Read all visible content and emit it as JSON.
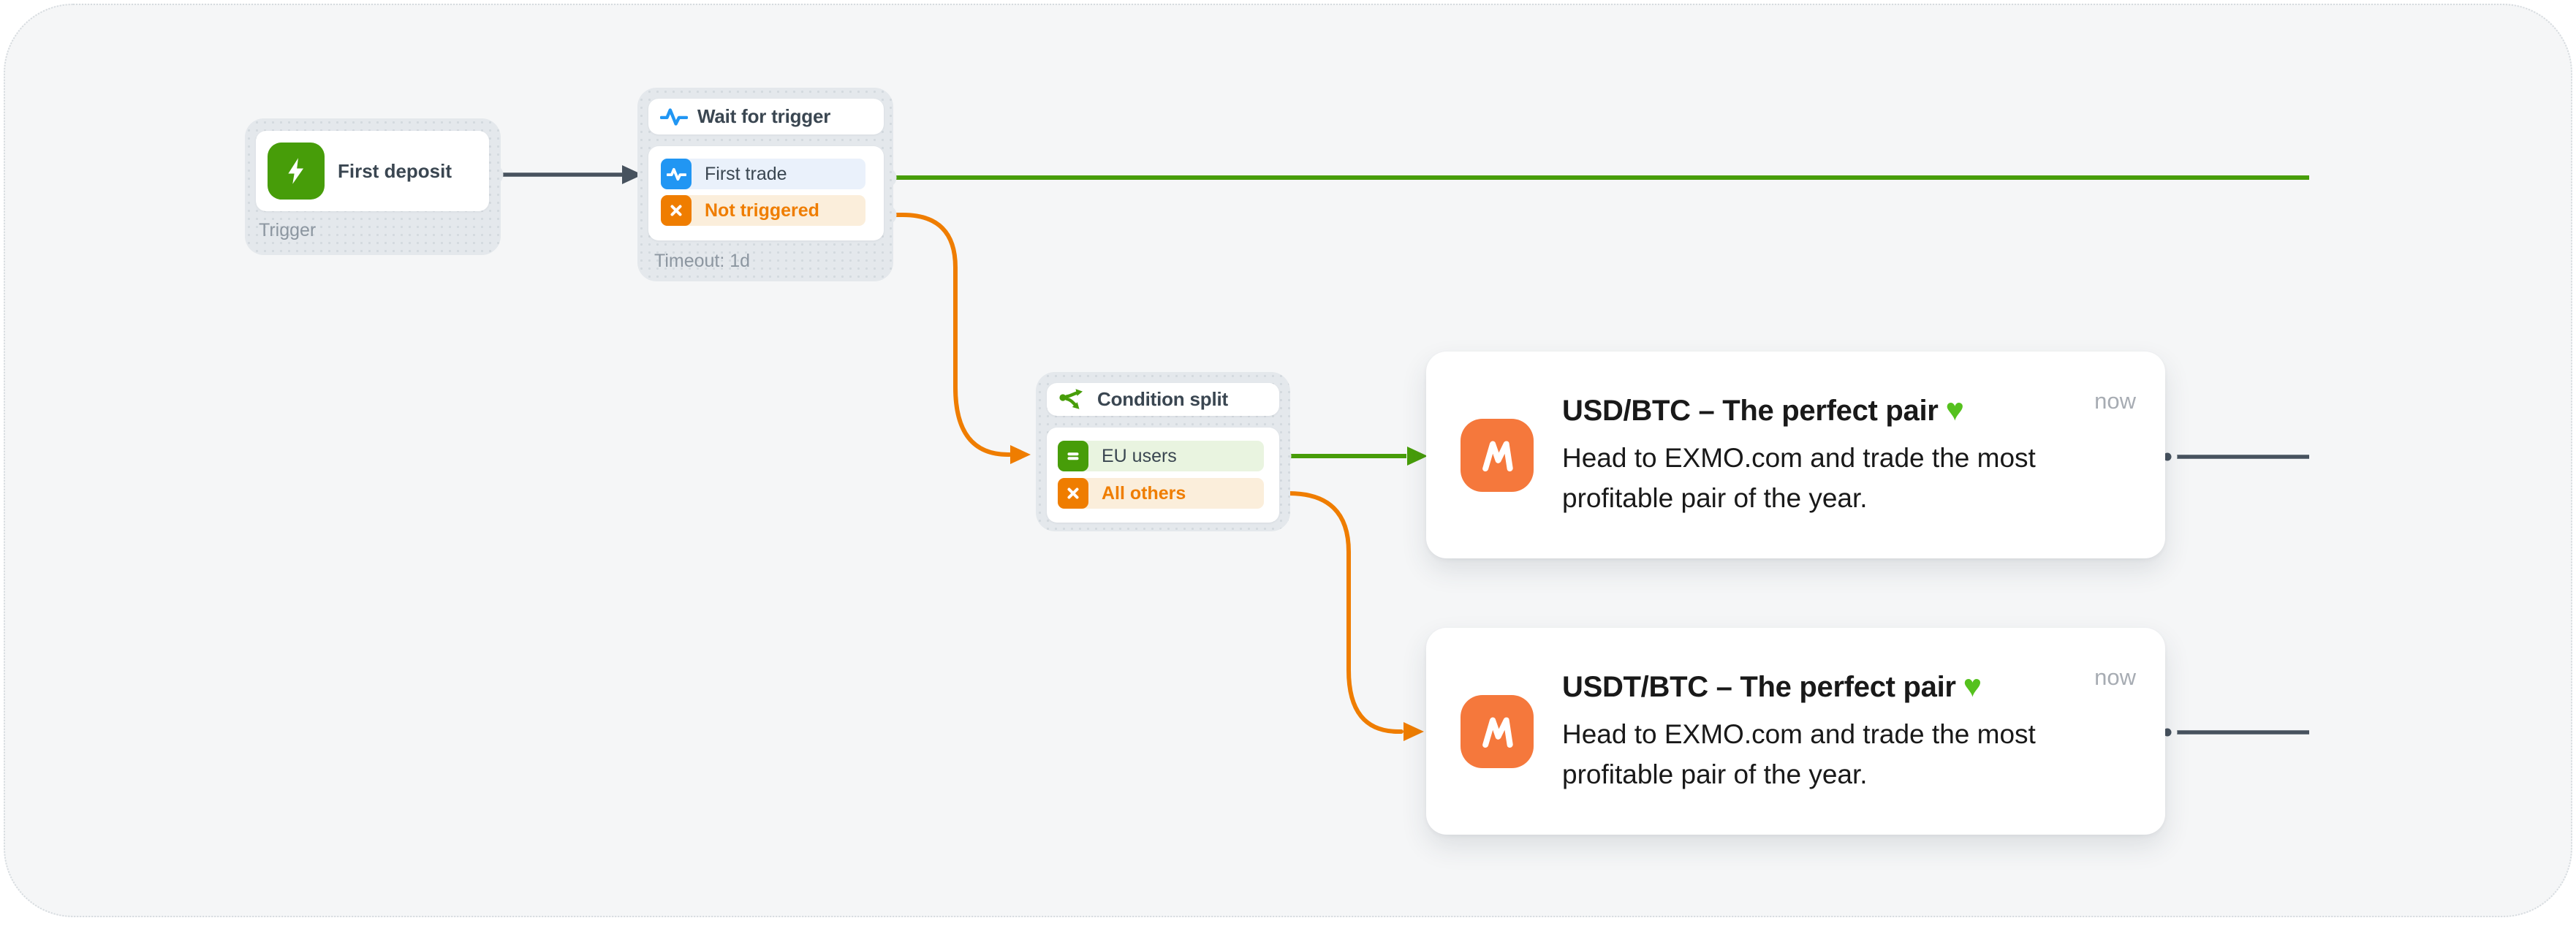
{
  "colors": {
    "canvas-bg": "#f5f6f7",
    "node-bg": "#e4e8ec",
    "green": "#479d09",
    "green-row-bg": "#e9f4e0",
    "blue": "#2196f3",
    "blue-row-bg": "#eaf1fb",
    "orange": "#ef7d00",
    "orange-row-bg": "#fbeedb",
    "dark-line": "#47525e",
    "text-dark": "#3a4651",
    "text-gray": "#8c96a0",
    "text-black": "#191919",
    "time-gray": "#a7acb3",
    "card-icon-bg": "#f5783c",
    "heart-green": "#55c11e"
  },
  "nodes": {
    "trigger": {
      "title": "First deposit",
      "type_label": "Trigger",
      "icon": "lightning-bolt-icon"
    },
    "wait": {
      "title": "Wait for trigger",
      "icon": "pulse-icon",
      "rows": [
        {
          "label": "First trade",
          "icon": "pulse-icon"
        },
        {
          "label": "Not triggered",
          "icon": "x-icon"
        }
      ],
      "footer": "Timeout: 1d"
    },
    "split": {
      "title": "Condition split",
      "icon": "branch-icon",
      "rows": [
        {
          "label": "EU users",
          "icon": "equals-icon"
        },
        {
          "label": "All others",
          "icon": "x-icon"
        }
      ]
    }
  },
  "messages": [
    {
      "icon": "mindbox-m-icon",
      "title": "USD/BTC – The perfect pair",
      "heart": "♥",
      "body": "Head to EXMO.com and trade the most profitable pair of the year.",
      "time": "now"
    },
    {
      "icon": "mindbox-m-icon",
      "title": "USDT/BTC – The perfect pair",
      "heart": "♥",
      "body": "Head to EXMO.com and trade the most profitable pair of the year.",
      "time": "now"
    }
  ]
}
